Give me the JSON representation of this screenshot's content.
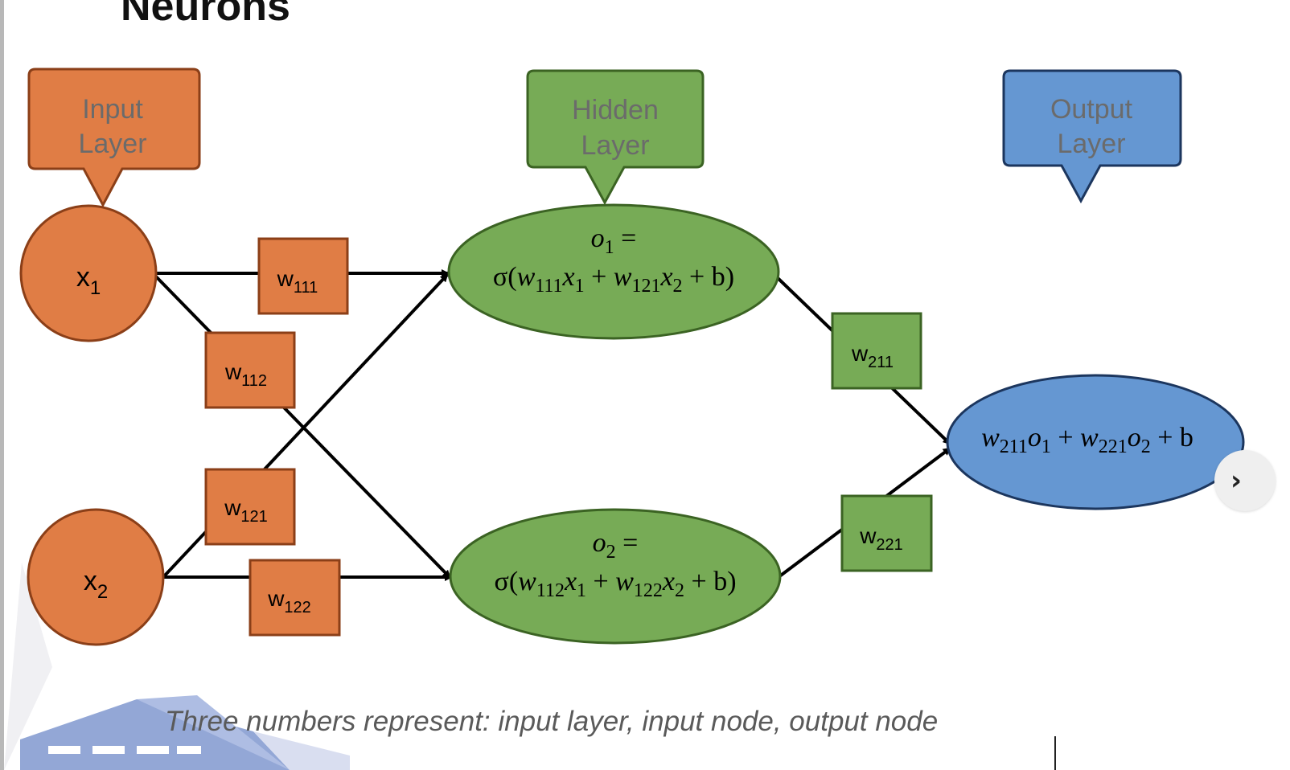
{
  "slide": {
    "title": "Neurons",
    "caption": "Three numbers represent: input layer, input node, output node"
  },
  "callouts": {
    "input": [
      "Input",
      "Layer"
    ],
    "hidden": [
      "Hidden",
      "Layer"
    ],
    "output": [
      "Output",
      "Layer"
    ]
  },
  "nodes": {
    "x1": {
      "base": "x",
      "sub": "1"
    },
    "x2": {
      "base": "x",
      "sub": "2"
    },
    "o1": {
      "lhs_var": "o",
      "lhs_sub": "1"
    },
    "o2": {
      "lhs_var": "o",
      "lhs_sub": "2"
    },
    "output_formula": {
      "w1": "211",
      "o1": "1",
      "w2": "221",
      "o2": "2"
    }
  },
  "formulas": {
    "o1": {
      "wa": "111",
      "xa": "1",
      "wb": "121",
      "xb": "2"
    },
    "o2": {
      "wa": "112",
      "xa": "1",
      "wb": "122",
      "xb": "2"
    }
  },
  "weights": {
    "w111": {
      "base": "w",
      "sub": "111"
    },
    "w112": {
      "base": "w",
      "sub": "112"
    },
    "w121": {
      "base": "w",
      "sub": "121"
    },
    "w122": {
      "base": "w",
      "sub": "122"
    },
    "w211": {
      "base": "w",
      "sub": "211"
    },
    "w221": {
      "base": "w",
      "sub": "221"
    }
  },
  "symbols": {
    "eq": "=",
    "sigma": "σ",
    "plus": "+",
    "b": "b",
    "next": "›"
  },
  "colors": {
    "input": "#e07d45",
    "hidden": "#77ab56",
    "output": "#6597d2",
    "input_stroke": "#8b3f18",
    "hidden_stroke": "#3b6323",
    "output_stroke": "#1c365e"
  }
}
